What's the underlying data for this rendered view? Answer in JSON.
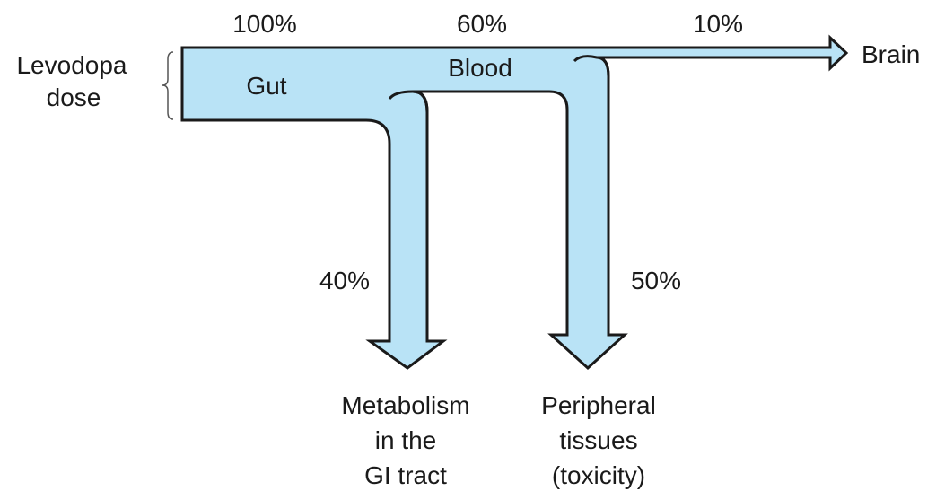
{
  "diagram": {
    "input": {
      "line1": "Levodopa",
      "line2": "dose"
    },
    "compartments": {
      "gut": "Gut",
      "blood": "Blood"
    },
    "percentages": {
      "dose_total": "100%",
      "blood_fraction": "60%",
      "brain_fraction": "10%",
      "gi_metabolism_fraction": "40%",
      "peripheral_fraction": "50%"
    },
    "destinations": {
      "brain": "Brain",
      "gi_metabolism": [
        "Metabolism",
        "in the",
        "GI tract"
      ],
      "peripheral": [
        "Peripheral",
        "tissues",
        "(toxicity)"
      ]
    },
    "colors": {
      "flow_fill": "#b9e3f6",
      "outline": "#1a1a1a",
      "brace": "#555555"
    }
  }
}
